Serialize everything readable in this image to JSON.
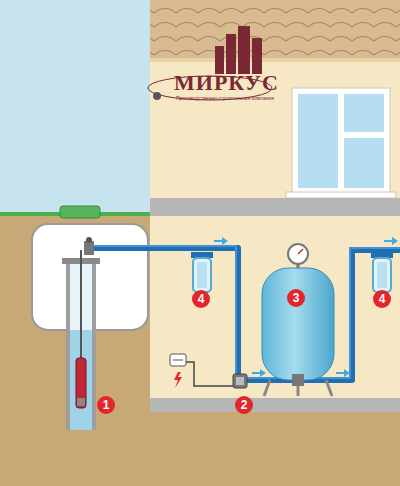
{
  "diagram": {
    "labels": [
      "МИРКУС",
      "Производственно-строительная компания",
      "3",
      "4",
      "4",
      "1",
      "2"
    ]
  }
}
